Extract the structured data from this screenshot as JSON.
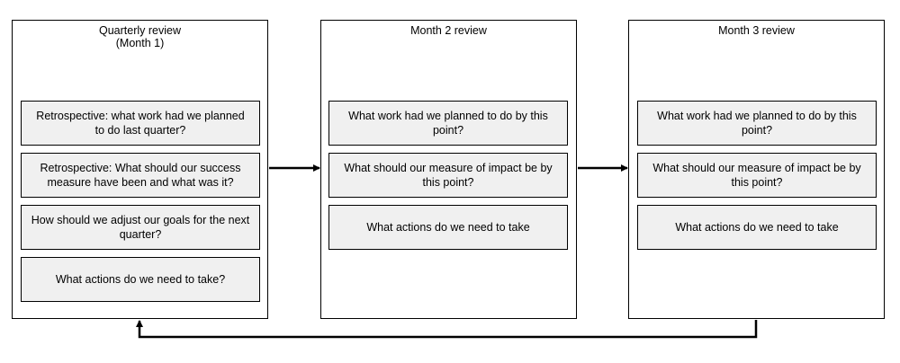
{
  "panels": [
    {
      "title": "Quarterly review\n(Month 1)",
      "items": [
        "Retrospective: what work had we planned to do last quarter?",
        "Retrospective: What should our success measure have been and what was it?",
        "How should we adjust our goals for the next quarter?",
        "What actions do we need to take?"
      ]
    },
    {
      "title": "Month 2 review",
      "items": [
        "What work had we planned to do by this point?",
        "What should our measure of impact be by this point?",
        "What actions do we need to take"
      ]
    },
    {
      "title": "Month 3 review",
      "items": [
        "What work had we planned to do by this point?",
        "What should our measure of impact be by this point?",
        "What actions do we need to take"
      ]
    }
  ]
}
